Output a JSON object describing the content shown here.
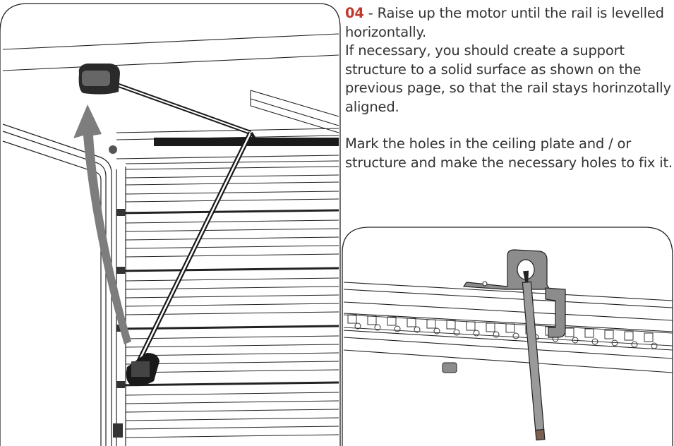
{
  "instructions": {
    "step_number": "04",
    "line1_rest": " - Raise up the motor until the rail is levelled horizontally.",
    "line2": "If necessary, you should create a support structure to a solid surface as shown on the previous page, so that the rail stays horinzotally aligned.",
    "line3": "Mark the holes in the ceiling plate and / or structure and make the necessary holes to fix it."
  },
  "illustrations": {
    "left": "garage-door-motor-raise",
    "right": "ceiling-plate-pencil-marking"
  },
  "colors": {
    "accent": "#c0392b",
    "arrow": "#7d7d7d",
    "line": "#1a1a1a"
  }
}
